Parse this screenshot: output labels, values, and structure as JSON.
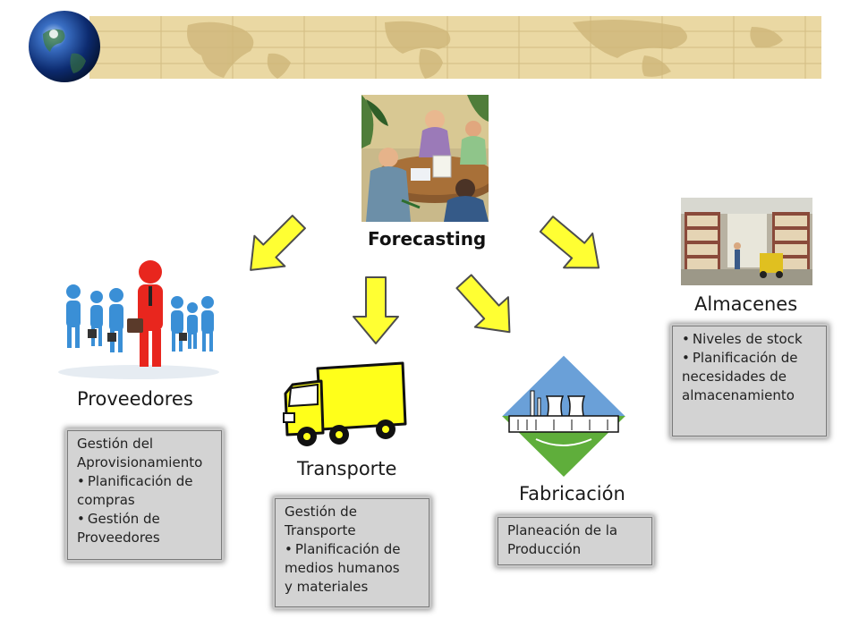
{
  "center": {
    "title": "Forecasting"
  },
  "nodes": {
    "proveedores": {
      "title": "Proveedores",
      "lines": [
        "Gestión del",
        "Aprovisionamiento"
      ],
      "bullets": [
        [
          "Planificación de",
          "compras"
        ],
        [
          "Gestión de",
          "Proveedores"
        ]
      ]
    },
    "transporte": {
      "title": "Transporte",
      "lines": [
        "Gestión de",
        "Transporte"
      ],
      "bullets": [
        [
          "Planificación de",
          "medios humanos",
          "y materiales"
        ]
      ]
    },
    "fabricacion": {
      "title": "Fabricación",
      "lines": [
        "Planeación de la",
        "Producción"
      ]
    },
    "almacenes": {
      "title": "Almacenes",
      "bullets": [
        [
          "Niveles de stock"
        ],
        [
          "Planificación de",
          "necesidades de",
          "almacenamiento"
        ]
      ]
    }
  },
  "colors": {
    "arrow_fill": "#ffff33",
    "arrow_stroke": "#4d4d4d",
    "box_fill": "#d3d3d3",
    "banner": "#ead8a3"
  }
}
